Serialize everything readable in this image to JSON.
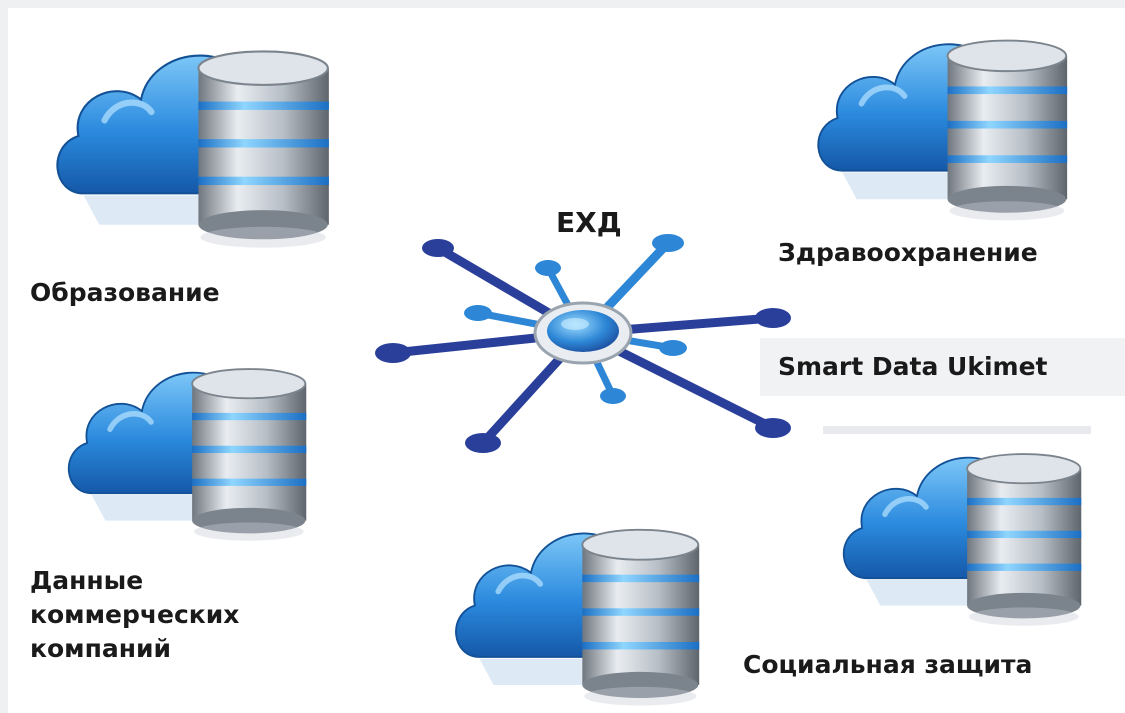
{
  "hub": {
    "label": "ЕХД"
  },
  "banner": {
    "text": "Smart Data Ukimet"
  },
  "nodes": [
    {
      "id": "education",
      "label": "Образование",
      "icon": "cloud-database-icon"
    },
    {
      "id": "health",
      "label": "Здравоохранение",
      "icon": "cloud-database-icon"
    },
    {
      "id": "commercial",
      "label": "Данные коммерческих компаний",
      "icon": "cloud-database-icon"
    },
    {
      "id": "bottom",
      "label": "",
      "icon": "cloud-database-icon"
    },
    {
      "id": "social",
      "label": "Социальная защита",
      "icon": "cloud-database-icon"
    }
  ],
  "colors": {
    "cloud_dark": "#1b6fc4",
    "cloud_light": "#63b6f2",
    "metal": "#c9ced4",
    "stripe": "#39a9ea",
    "hub_dark": "#2a3f9a",
    "hub_light": "#2d87d6",
    "text": "#1a1a1a"
  }
}
